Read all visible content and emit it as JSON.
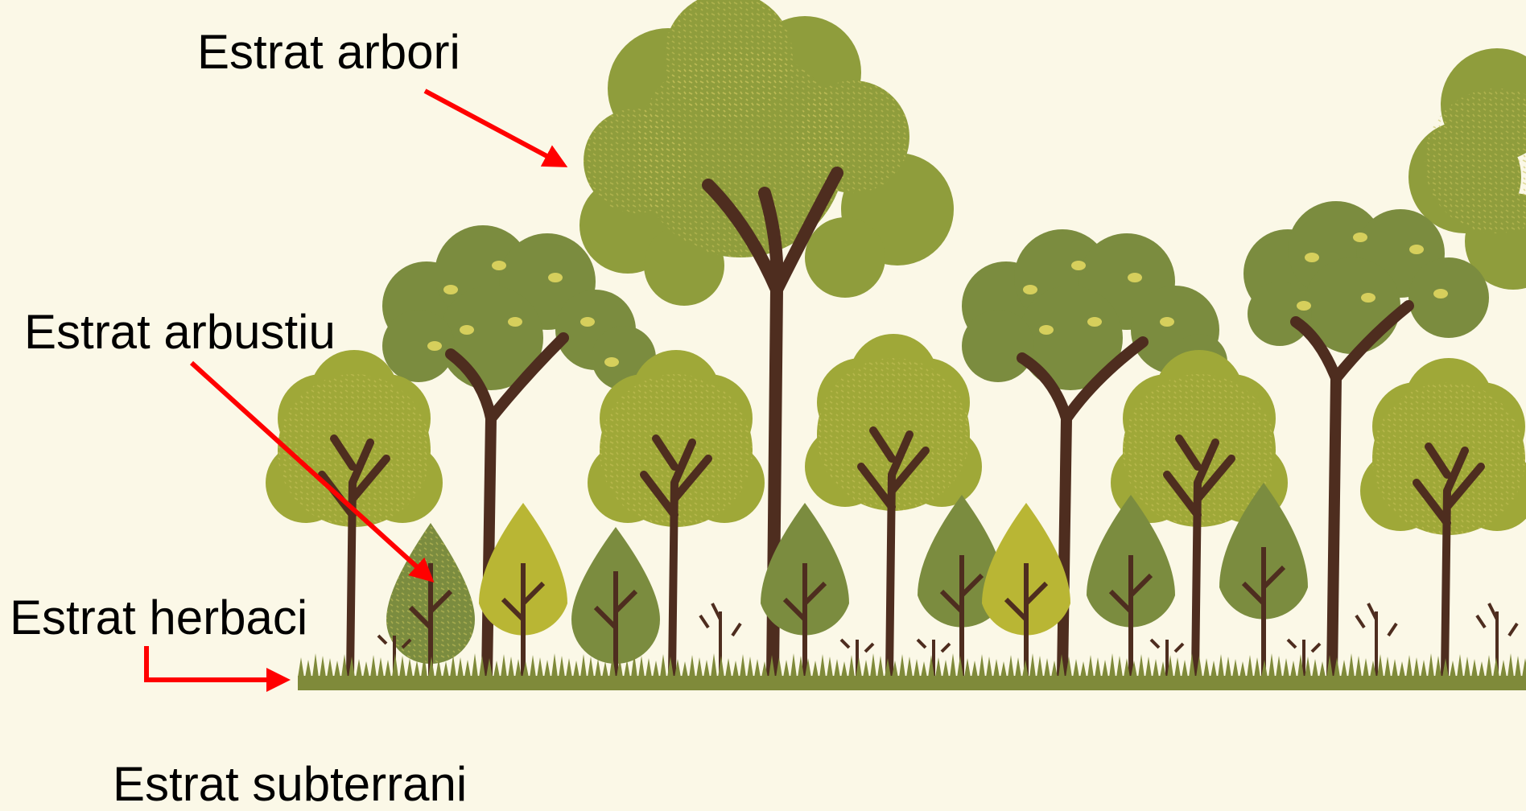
{
  "labels": {
    "arbori": "Estrat arbori",
    "arbustiu": "Estrat arbustiu",
    "herbaci": "Estrat herbaci",
    "subterrani": "Estrat subterrani"
  },
  "colors": {
    "background": "#fbf8e7",
    "arrow": "#ff0000",
    "trunk": "#4e2d1f",
    "canopy_dark": "#7b8c3f",
    "canopy_mid": "#9fa838",
    "canopy_light": "#b9b634",
    "grass": "#7f8a3a"
  },
  "icons": [
    "forest-illustration",
    "arrow-icon"
  ]
}
